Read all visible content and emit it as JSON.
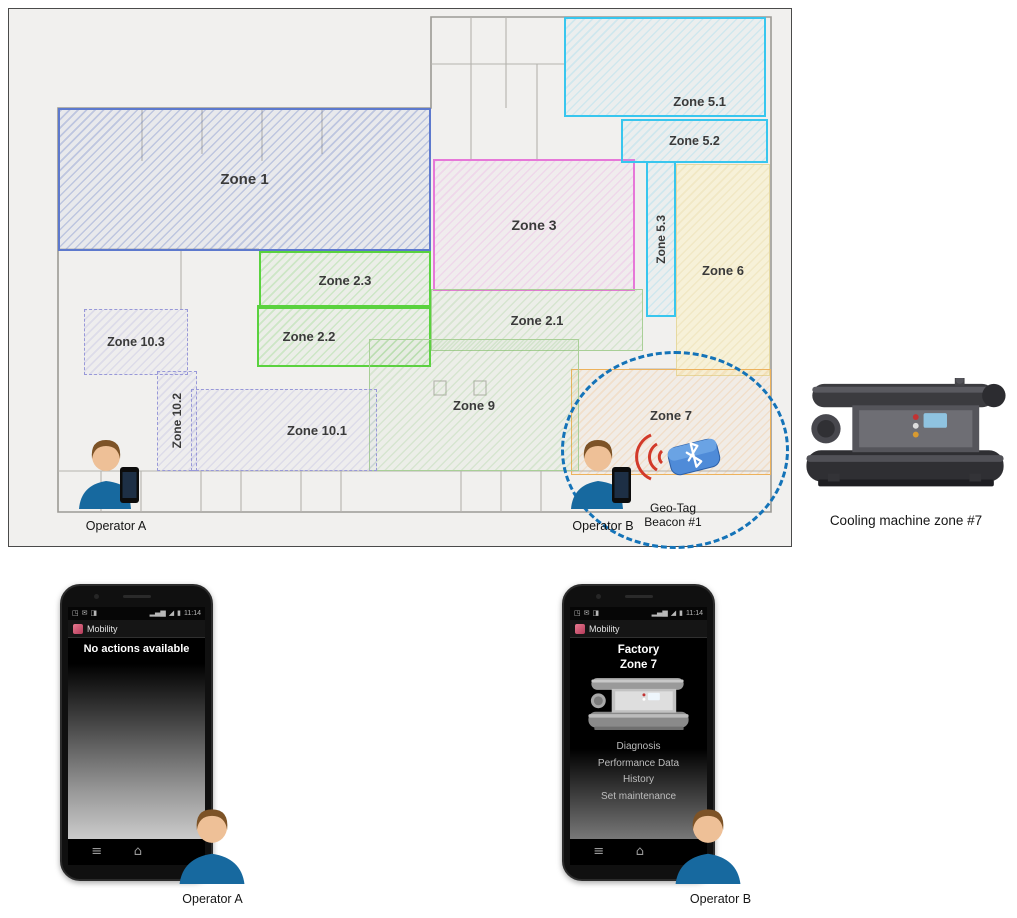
{
  "floorplan": {
    "zones": [
      {
        "label": "Zone 1"
      },
      {
        "label": "Zone 2.1"
      },
      {
        "label": "Zone 2.2"
      },
      {
        "label": "Zone 2.3"
      },
      {
        "label": "Zone 3"
      },
      {
        "label": "Zone 5.1"
      },
      {
        "label": "Zone 5.2"
      },
      {
        "label": "Zone 5.3"
      },
      {
        "label": "Zone 6"
      },
      {
        "label": "Zone 7"
      },
      {
        "label": "Zone 9"
      },
      {
        "label": "Zone 10.1"
      },
      {
        "label": "Zone 10.2"
      },
      {
        "label": "Zone 10.3"
      }
    ],
    "operator_a": {
      "label": "Operator A"
    },
    "operator_b": {
      "label": "Operator B"
    },
    "beacon": {
      "label_line1": "Geo-Tag",
      "label_line2": "Beacon #1"
    }
  },
  "machine": {
    "caption": "Cooling machine zone #7"
  },
  "phone_a": {
    "time": "11:14",
    "app_title": "Mobility",
    "message": "No actions available",
    "caption": "Operator A"
  },
  "phone_b": {
    "time": "11:14",
    "app_title": "Mobility",
    "screen_title_1": "Factory",
    "screen_title_2": "Zone 7",
    "menu": [
      {
        "label": "Diagnosis"
      },
      {
        "label": "Performance Data"
      },
      {
        "label": "History"
      },
      {
        "label": "Set maintenance"
      }
    ],
    "caption": "Operator B"
  },
  "icons": {
    "notif1": "◳",
    "sms": "✉",
    "notif2": "◨",
    "signal": "▂▄▆",
    "wifi": "◢",
    "battery": "▮",
    "nav_menu": "≡",
    "nav_home": "⌂"
  },
  "colors": {
    "geofence_dash": "#1473b8",
    "beacon_blue": "#4f8bd8",
    "wave_red": "#d23a2a",
    "zone1_border": "#5d79cd",
    "zone2_border": "#5ad23e",
    "zone3_border": "#e678d8",
    "zone5_border": "#38c6ee",
    "zone6_border": "#e6d9a0",
    "zone7_border": "#edb25c",
    "zone9_border": "#a9cf97",
    "zone10_border": "#9898d8",
    "operator_shirt": "#17699f"
  }
}
